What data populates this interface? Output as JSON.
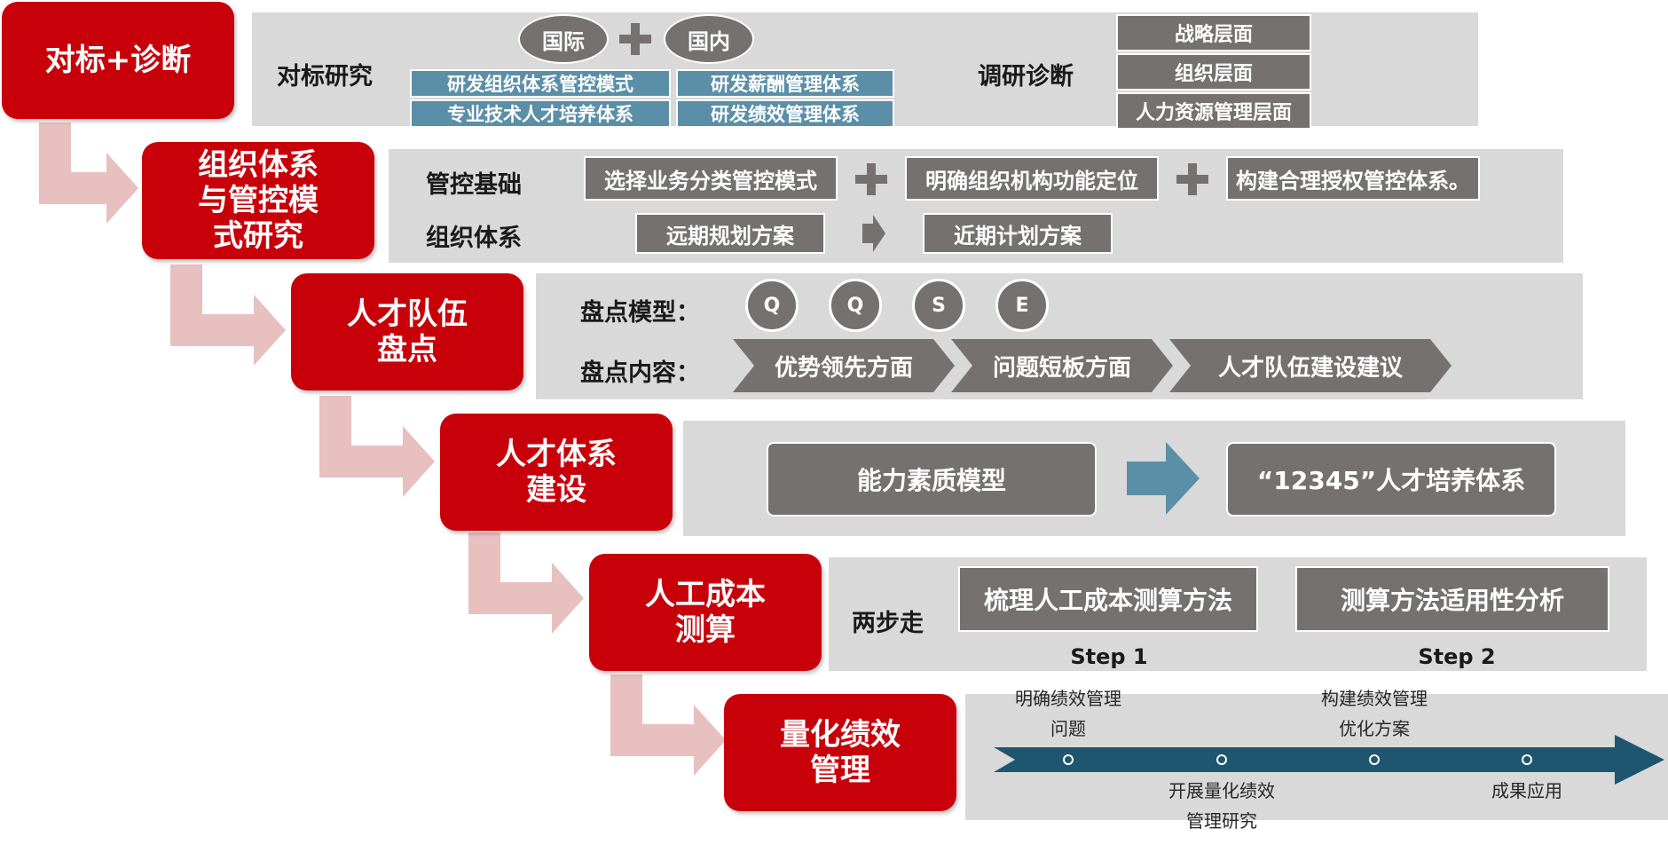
{
  "steps": [
    {
      "title_lines": [
        "对标+诊断"
      ]
    },
    {
      "title_lines": [
        "组织体系",
        "与管控模",
        "式研究"
      ]
    },
    {
      "title_lines": [
        "人才队伍",
        "盘点"
      ]
    },
    {
      "title_lines": [
        "人才体系",
        "建设"
      ]
    },
    {
      "title_lines": [
        "人工成本",
        "测算"
      ]
    },
    {
      "title_lines": [
        "量化绩效",
        "管理"
      ]
    }
  ],
  "row1": {
    "label_left": "对标研究",
    "ellipse_a": "国际",
    "ellipse_b": "国内",
    "items": [
      "研发组织体系管控模式",
      "研发薪酬管理体系",
      "专业技术人才培养体系",
      "研发绩效管理体系"
    ],
    "label_right": "调研诊断",
    "levels": [
      "战略层面",
      "组织层面",
      "人力资源管理层面"
    ]
  },
  "row2": {
    "label_a": "管控基础",
    "label_b": "组织体系",
    "boxes_a": [
      "选择业务分类管控模式",
      "明确组织机构功能定位",
      "构建合理授权管控体系。"
    ],
    "boxes_b": [
      "远期规划方案",
      "近期计划方案"
    ]
  },
  "row3": {
    "label_a": "盘点模型：",
    "label_b": "盘点内容：",
    "circles": [
      "Q",
      "Q",
      "S",
      "E"
    ],
    "chevrons": [
      "优势领先方面",
      "问题短板方面",
      "人才队伍建设建议"
    ]
  },
  "row4": {
    "box_a": "能力素质模型",
    "box_b": "“12345”人才培养体系"
  },
  "row5": {
    "label": "两步走",
    "box_a": "梳理人工成本测算方法",
    "box_b": "测算方法适用性分析",
    "step_a": "Step 1",
    "step_b": "Step 2"
  },
  "row6": {
    "top_a": [
      "明确绩效管理",
      "问题"
    ],
    "top_b": [
      "构建绩效管理",
      "优化方案"
    ],
    "bottom_a": [
      "开展量化绩效",
      "管理研究"
    ],
    "bottom_b": [
      "成果应用"
    ]
  },
  "colors": {
    "red": "#c8000a",
    "pink_arrow": "#e8c0c0",
    "dark_grey": "#767171",
    "panel_grey": "#d9d9d9",
    "steel_blue": "#5b8fa8",
    "timeline_teal": "#1e5670"
  },
  "icons": [
    "plus-icon",
    "right-arrow-icon",
    "chevron-arrow-icon",
    "elbow-arrow-icon"
  ]
}
